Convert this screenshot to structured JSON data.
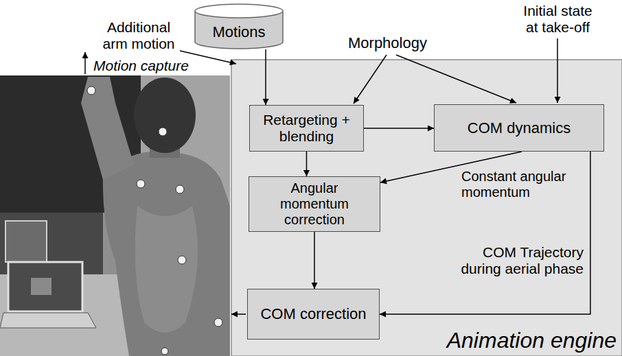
{
  "diagram": {
    "nodes": [
      {
        "text": [
          "Motions"
        ]
      },
      {
        "text": [
          "Animation engine"
        ]
      },
      {
        "text": [
          "Retargeting + blending"
        ],
        "in": 1
      },
      {
        "text": [
          "COM dynamics"
        ],
        "in": 1
      },
      {
        "text": [
          "Angular momentum correction"
        ],
        "in": 1
      },
      {
        "text": [
          "COM correction"
        ],
        "in": 1
      }
    ],
    "edges": [
      {
        "from": 0,
        "to": 2,
        "arrow": "to"
      },
      {
        "from": 2,
        "to": 3,
        "arrow": "to"
      },
      {
        "from": 2,
        "to": 4,
        "arrow": "to"
      },
      {
        "from": 3,
        "to": 4,
        "label": "Constant angular momentum",
        "arrow": "to"
      },
      {
        "from": 4,
        "to": 5,
        "arrow": "to"
      },
      {
        "from": 3,
        "to": 5,
        "label": "COM Trajectory during aerial phase",
        "arrow": "to"
      }
    ],
    "labels": [
      "Additional arm motion",
      "Motion capture",
      "Morphology",
      "Initial state at take-off"
    ]
  }
}
